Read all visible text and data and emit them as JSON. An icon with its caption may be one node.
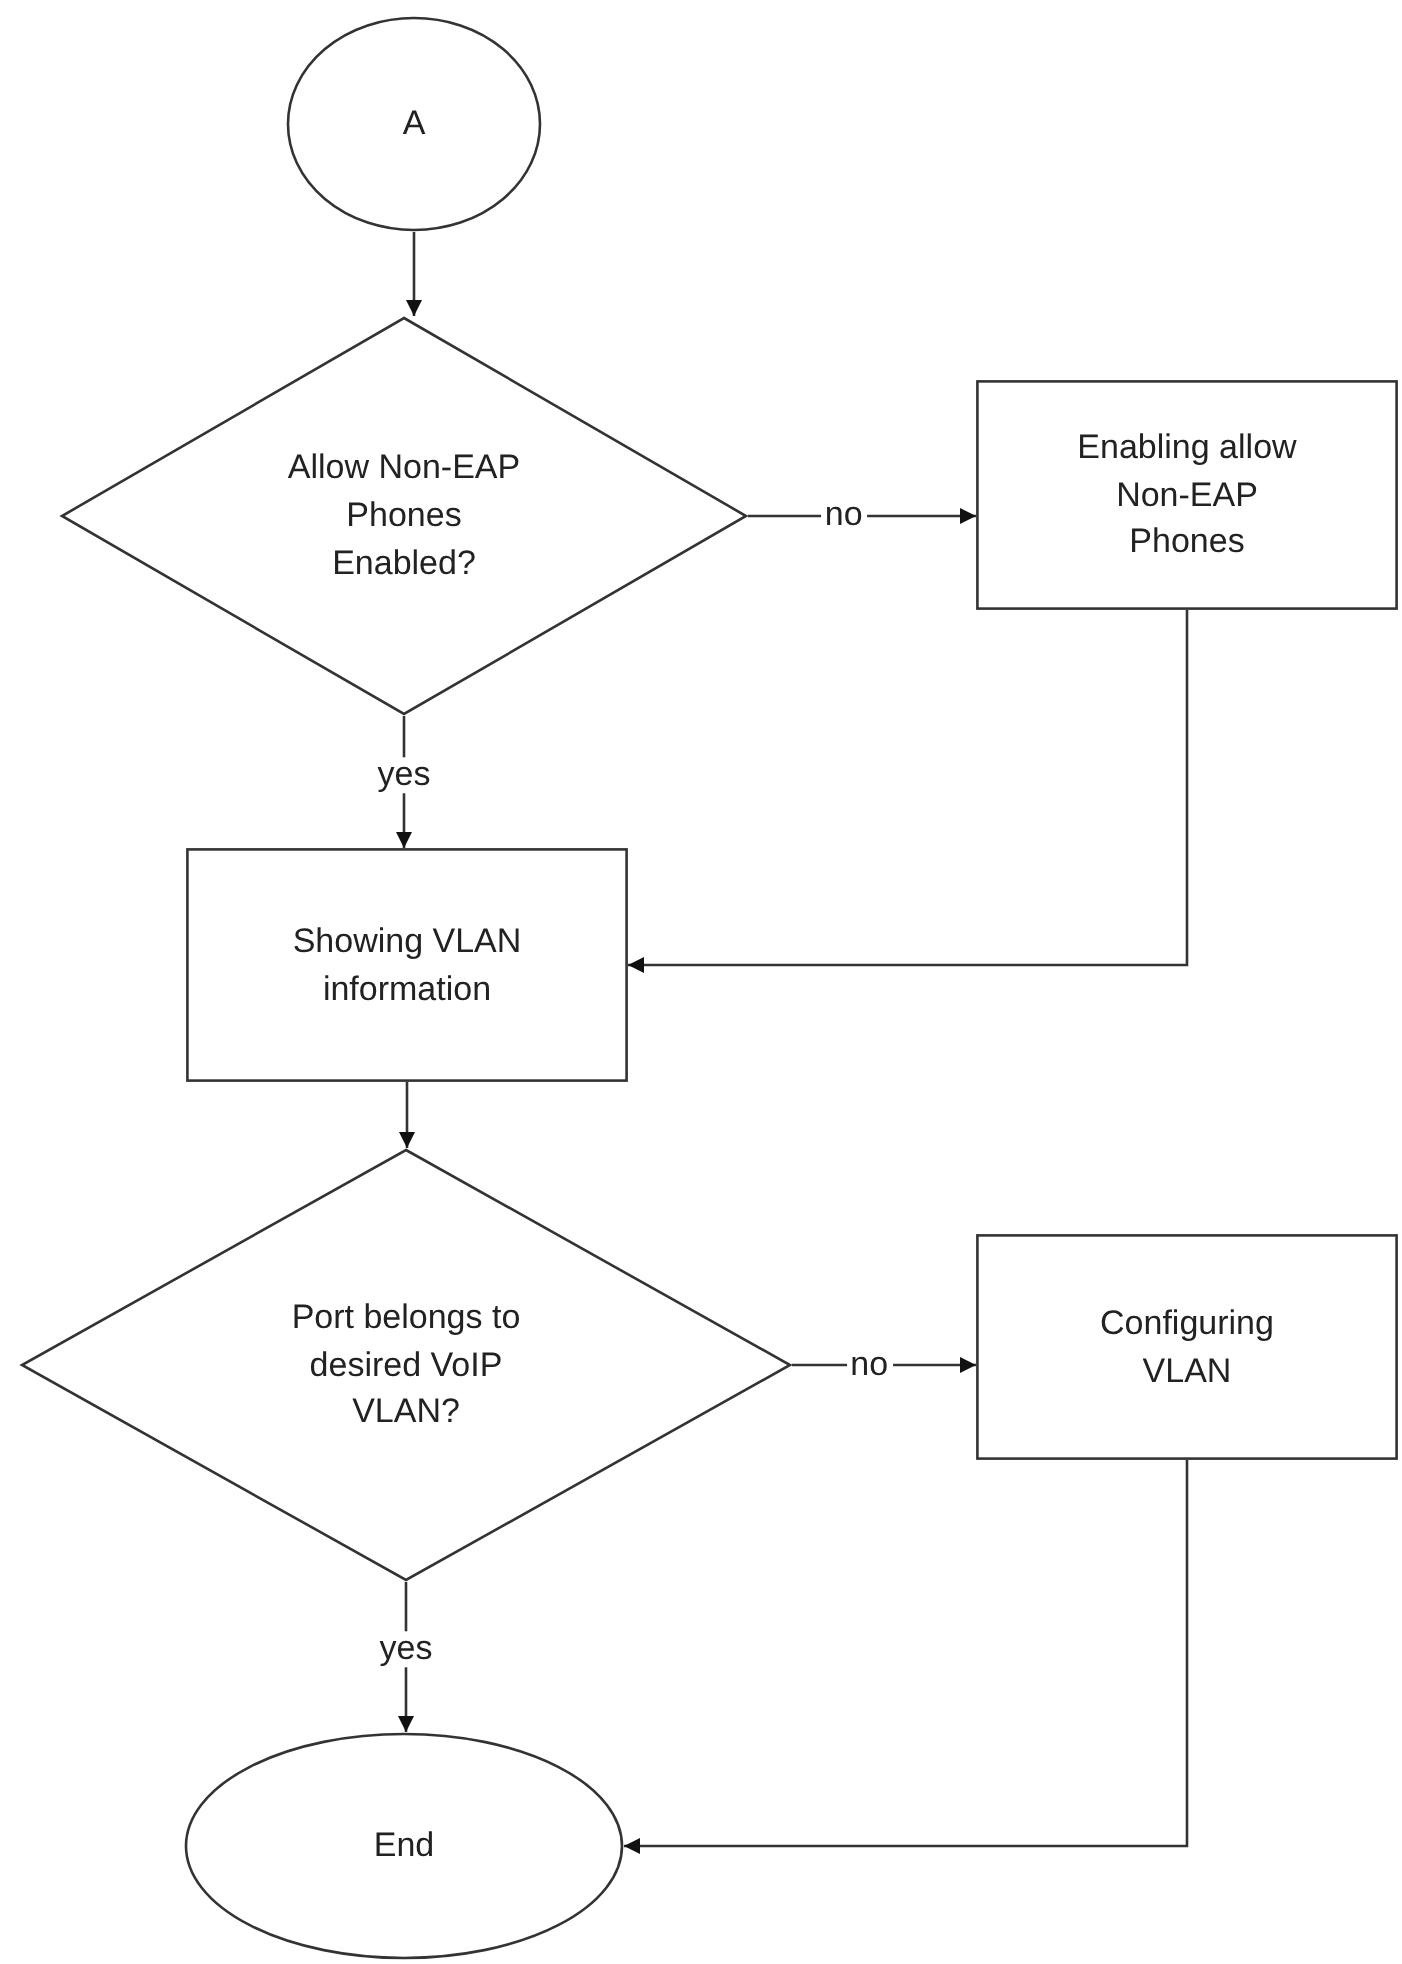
{
  "diagram": {
    "nodes": [
      {
        "text": [
          "A"
        ]
      },
      {
        "text": [
          "Allow Non-EAP Phones Enabled?"
        ]
      },
      {
        "text": [
          "Enabling allow Non-EAP Phones"
        ]
      },
      {
        "text": [
          "Showing VLAN information"
        ]
      },
      {
        "text": [
          "Port belongs to desired VoIP VLAN?"
        ]
      },
      {
        "text": [
          "Configuring VLAN"
        ]
      },
      {
        "text": [
          "End"
        ]
      }
    ],
    "edges": [
      {
        "from": 0,
        "to": 1,
        "arrow": "to"
      },
      {
        "from": 1,
        "to": 2,
        "arrow": "to",
        "label": "no"
      },
      {
        "from": 1,
        "to": 3,
        "arrow": "to",
        "label": "yes"
      },
      {
        "from": 2,
        "to": 3,
        "arrow": "to"
      },
      {
        "from": 3,
        "to": 4,
        "arrow": "to"
      },
      {
        "from": 4,
        "to": 5,
        "arrow": "to",
        "label": "no"
      },
      {
        "from": 4,
        "to": 6,
        "arrow": "to",
        "label": "yes"
      },
      {
        "from": 5,
        "to": 6,
        "arrow": "to"
      }
    ]
  }
}
